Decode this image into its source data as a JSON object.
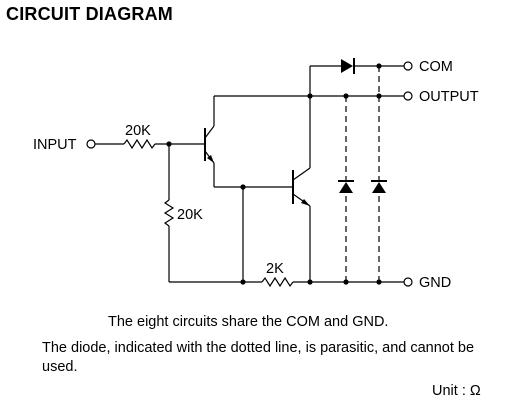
{
  "title": "CIRCUIT DIAGRAM",
  "labels": {
    "input": "INPUT",
    "com": "COM",
    "output": "OUTPUT",
    "gnd": "GND",
    "r_input": "20K",
    "r_base": "20K",
    "r_ground": "2K"
  },
  "notes": {
    "line1": "The eight circuits share the COM and GND.",
    "line2": "The diode, indicated with the dotted line, is parasitic, and cannot be used."
  },
  "unit": "Unit : Ω"
}
